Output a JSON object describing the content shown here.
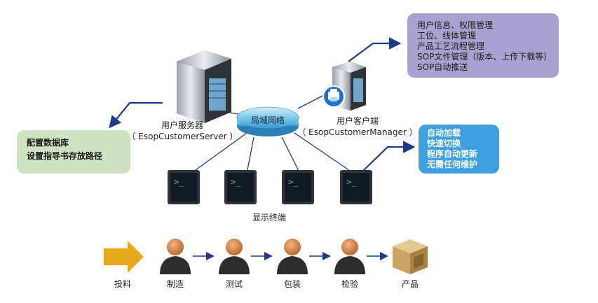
{
  "manager_box": {
    "lines": [
      "用户信息、权限管理",
      "工位、线体管理",
      "产品工艺流程管理",
      "SOP文件管理（版本、上传下载等）",
      "SOP自动推送"
    ]
  },
  "server_box": {
    "lines": [
      "配置数据库",
      "设置指导书存放路径"
    ]
  },
  "terminal_box": {
    "lines": [
      "自动加载",
      "快速切换",
      "程序自动更新",
      "无需任何维护"
    ]
  },
  "server": {
    "label": "用户服务器",
    "sublabel": "（ EsopCustomerServer ）"
  },
  "client": {
    "label": "用户客户端",
    "sublabel": "（ EsopCustomerManager ）"
  },
  "network": {
    "label": "局域网络"
  },
  "terminals": {
    "label": "显示终端",
    "prompt": ">_"
  },
  "flow": {
    "steps": [
      "投料",
      "制造",
      "测试",
      "包装",
      "检验",
      "产品"
    ]
  },
  "colors": {
    "manager_box": "#a9a1cf",
    "server_box": "#cde3c1",
    "terminal_box": "#3fa0e0",
    "arrow_dark": "#1f3a8a",
    "input_arrow": "#e8a81c"
  }
}
